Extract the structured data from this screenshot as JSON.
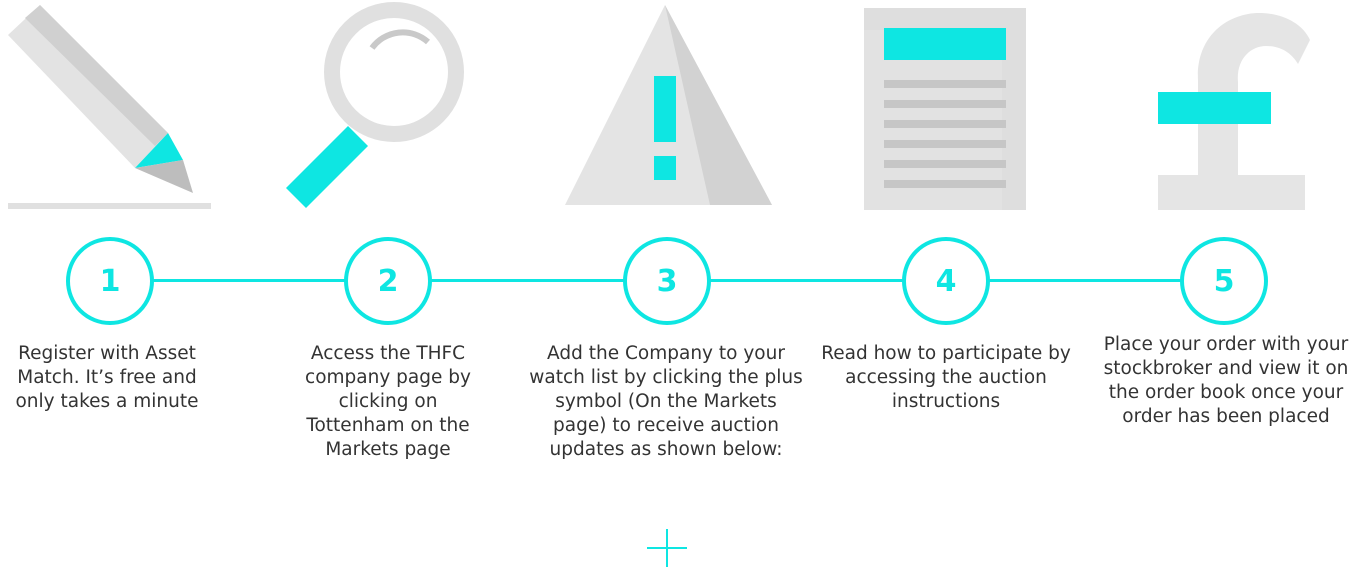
{
  "steps": [
    {
      "number": "1",
      "icon": "pencil-icon",
      "text": "Register with Asset Match. It’s free and only takes a minute"
    },
    {
      "number": "2",
      "icon": "magnifier-icon",
      "text": "Access the THFC company page by clicking on Tottenham on the Markets page"
    },
    {
      "number": "3",
      "icon": "warning-icon",
      "text": "Add the Company to your watch list by clicking the plus symbol (On the Markets page) to receive auction updates as shown below:"
    },
    {
      "number": "4",
      "icon": "document-icon",
      "text": "Read how to participate by accessing the auction instructions"
    },
    {
      "number": "5",
      "icon": "pound-icon",
      "text": "Place your order with your stockbroker and view it on the order book once your order has been placed"
    }
  ],
  "plus_icon": "plus-icon",
  "colors": {
    "accent": "#0ee6e2",
    "icon_gray": "#d9d9d9",
    "icon_gray_dark": "#c4c4c4",
    "text": "#333333"
  }
}
